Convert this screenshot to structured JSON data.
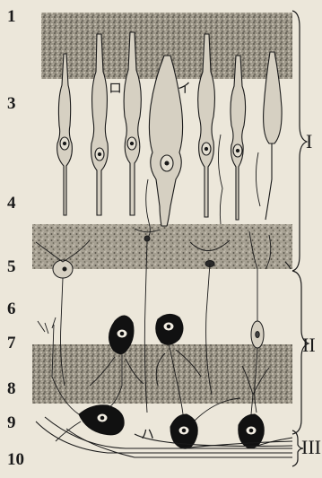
{
  "layer_numbers": [
    "1",
    "3",
    "4",
    "5",
    "6",
    "7",
    "8",
    "9",
    "10"
  ],
  "brace_labels": [
    "I",
    "II",
    "III"
  ],
  "cell_marks": [
    "ロ",
    "イ",
    "ハ"
  ],
  "colors": {
    "background": "#ece7da",
    "ink": "#1a1a1a",
    "stipple_band": "#8a8578",
    "cell_fill": "#d6d0c2",
    "ganglion_fill": "#111111"
  }
}
